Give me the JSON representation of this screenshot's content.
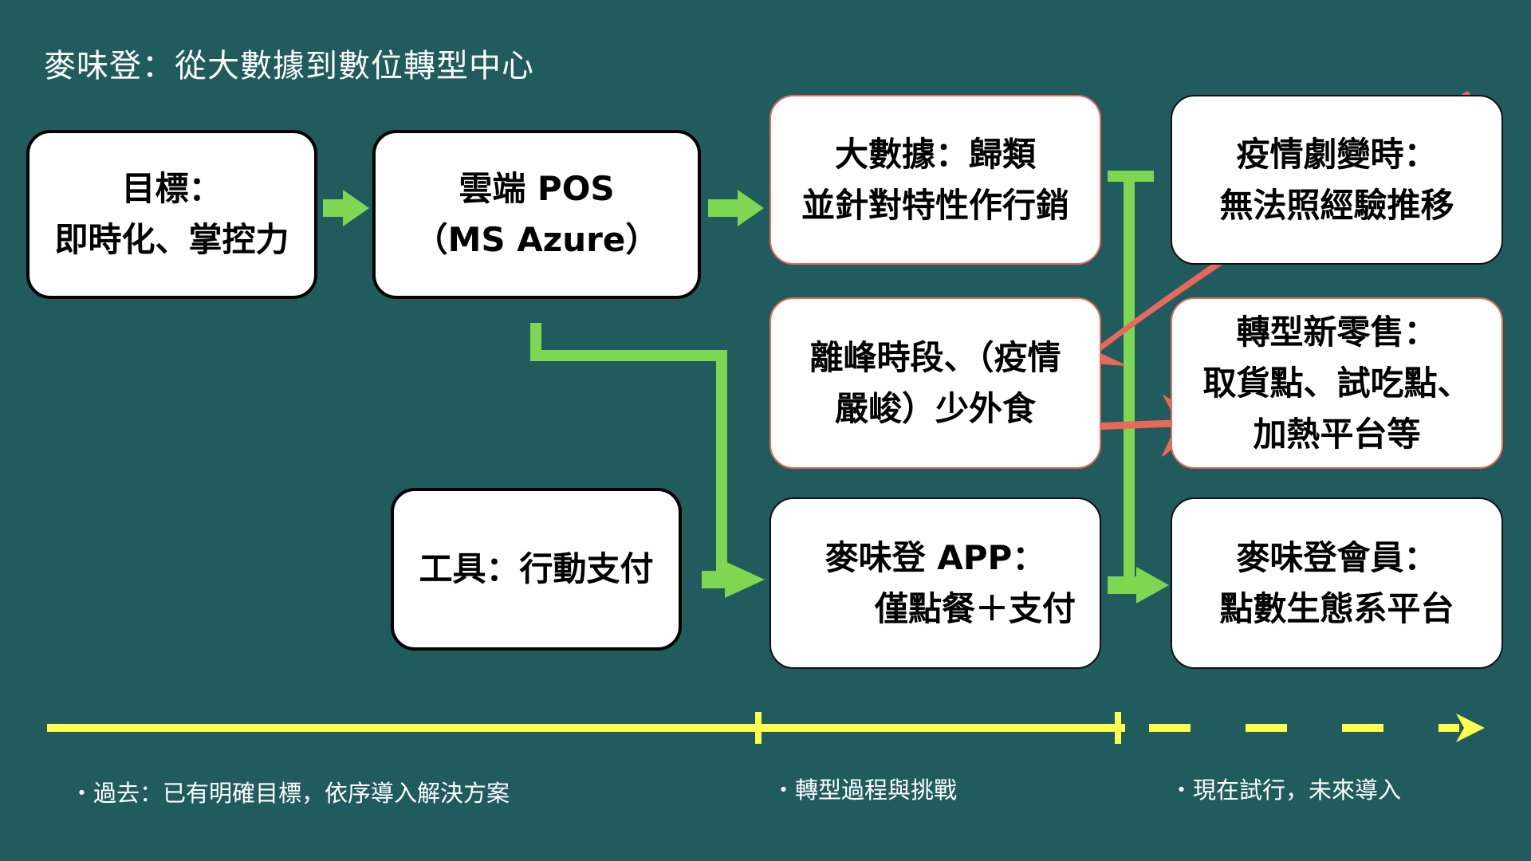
{
  "title": "麥味登：從大數據到數位轉型中心",
  "colors": {
    "background": "#205b5e",
    "box_fill": "#ffffff",
    "green_arrow": "#7fd651",
    "red_annotation": "#e8685a",
    "timeline": "#ffff4d",
    "text_light": "#ffffff",
    "text_dark": "#000000"
  },
  "boxes": {
    "goal": {
      "lines": [
        "目標：",
        "即時化、掌控力"
      ]
    },
    "cloud_pos": {
      "lines": [
        "雲端 POS",
        "（MS Azure）"
      ]
    },
    "big_data": {
      "lines": [
        "大數據：歸類",
        "並針對特性作行銷"
      ]
    },
    "pandemic_change": {
      "lines": [
        "疫情劇變時：",
        "無法照經驗推移"
      ]
    },
    "off_peak": {
      "lines": [
        "離峰時段、（疫情",
        "嚴峻）少外食"
      ]
    },
    "new_retail": {
      "lines": [
        "轉型新零售：",
        "取貨點、試吃點、",
        "加熱平台等"
      ]
    },
    "tool": {
      "lines": [
        "工具：行動支付"
      ]
    },
    "app": {
      "lines": [
        "麥味登 APP：",
        "僅點餐＋支付"
      ]
    },
    "membership": {
      "lines": [
        "麥味登會員：",
        "點數生態系平台"
      ]
    }
  },
  "timeline": {
    "labels": [
      "・過去：已有明確目標，依序導入解決方案",
      "・轉型過程與挑戰",
      "・現在試行，未來導入"
    ]
  },
  "icons": {
    "flow_arrow": "green-right-arrow",
    "annotation_arrow": "hand-drawn-red-arrow",
    "timeline_arrow": "yellow-right-arrow"
  }
}
